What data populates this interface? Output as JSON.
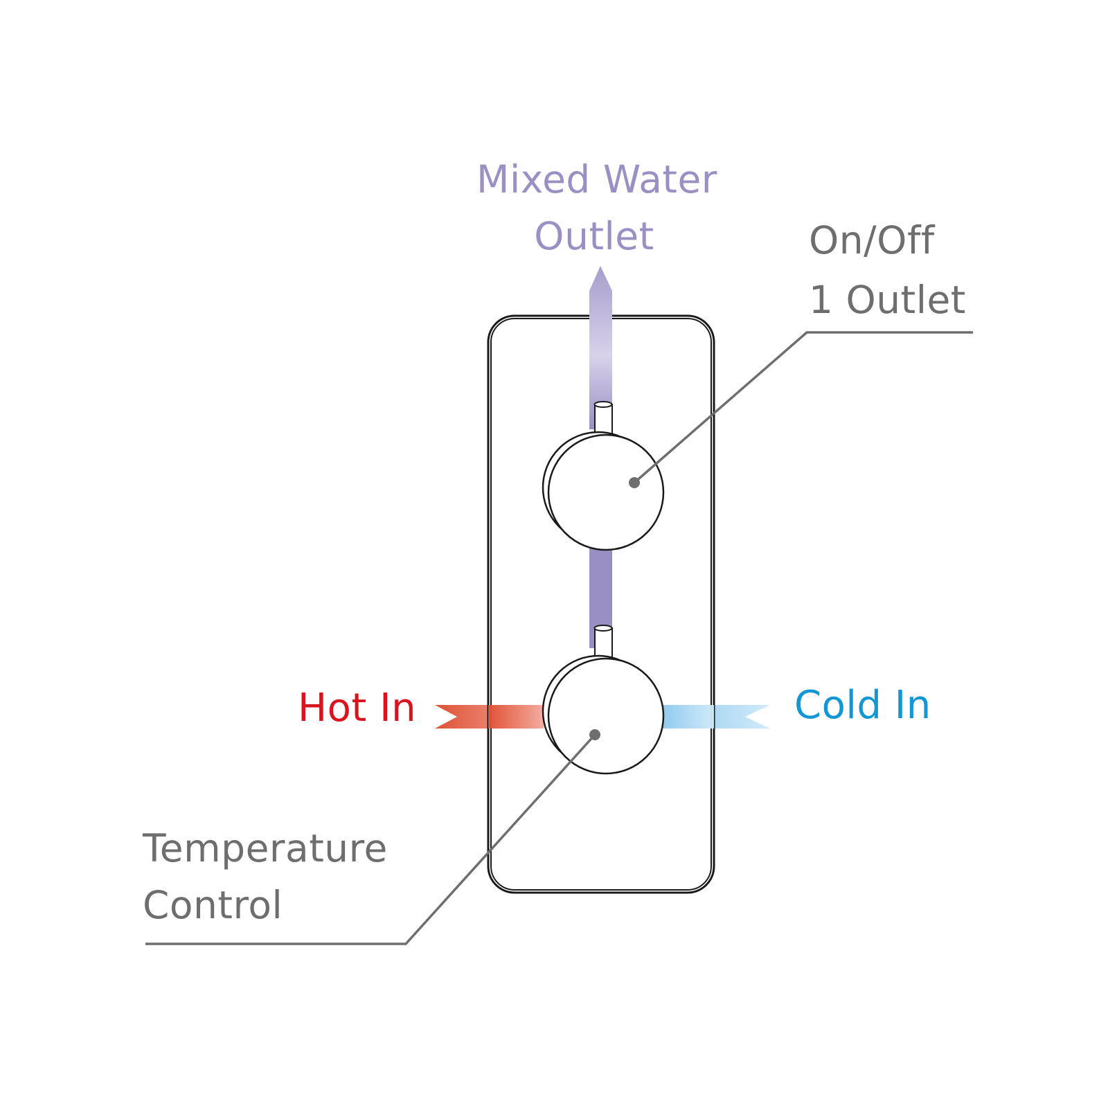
{
  "labels": {
    "mixed_water_line1": "Mixed Water",
    "mixed_water_line2": "Outlet",
    "onoff_line1": "On/Off",
    "onoff_line2": "1 Outlet",
    "temperature_line1": "Temperature",
    "temperature_line2": "Control",
    "hot_in": "Hot In",
    "cold_in": "Cold In"
  },
  "colors": {
    "mixed": "#9b8fc4",
    "mixed_light": "#d7d1ea",
    "hot_text": "#d8151f",
    "hot_dark": "#e05a3c",
    "hot_light": "#f2a79a",
    "cold_text": "#1296d4",
    "cold_dark": "#8ec9ef",
    "cold_light": "#cde8f8",
    "callout_gray": "#6e6e6e",
    "outline": "#1a1a1a"
  }
}
